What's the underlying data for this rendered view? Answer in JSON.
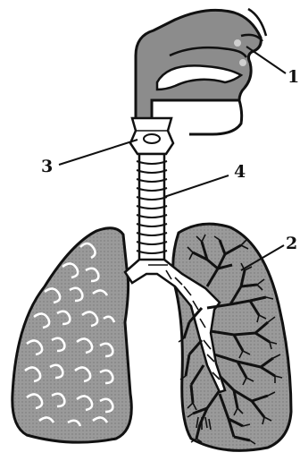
{
  "labels": {
    "l1": "1",
    "l2": "2",
    "l3": "3",
    "l4": "4"
  },
  "colors": {
    "lung_fill": "#8a8a8a",
    "cavity_fill": "#909090",
    "lung_fill_light": "#9a9a9a",
    "outline": "#111111",
    "airway_fill": "#ffffff"
  }
}
